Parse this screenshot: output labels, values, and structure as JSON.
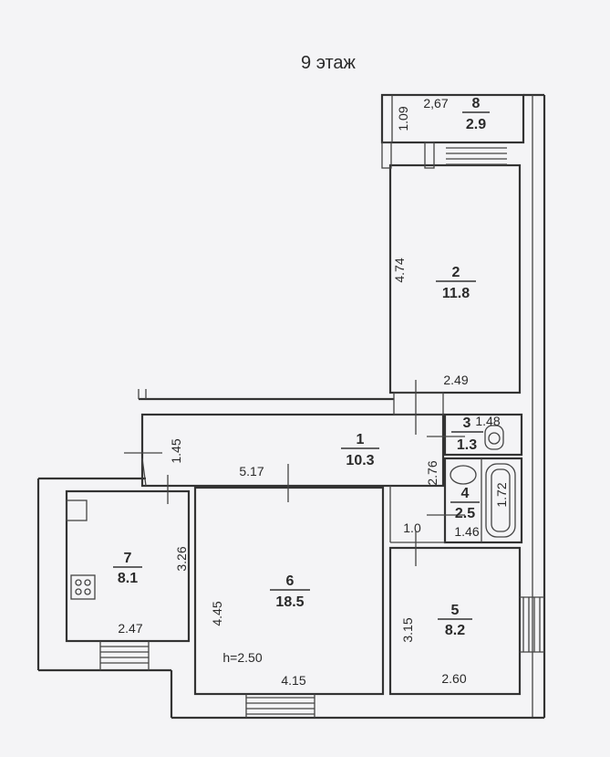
{
  "title": "9 этаж",
  "ceiling_height": "h=2.50",
  "rooms": [
    {
      "id": "8",
      "number": "8",
      "area": "2.9"
    },
    {
      "id": "2",
      "number": "2",
      "area": "11.8"
    },
    {
      "id": "1",
      "number": "1",
      "area": "10.3"
    },
    {
      "id": "3",
      "number": "3",
      "area": "1.3"
    },
    {
      "id": "4",
      "number": "4",
      "area": "2.5"
    },
    {
      "id": "7",
      "number": "7",
      "area": "8.1"
    },
    {
      "id": "6",
      "number": "6",
      "area": "18.5"
    },
    {
      "id": "5",
      "number": "5",
      "area": "8.2"
    }
  ],
  "dimensions": {
    "d8_height": "1.09",
    "d8_width": "2,67",
    "d2_height": "4.74",
    "d2_width": "2.49",
    "d3_width": "1.48",
    "d1_width": "5.17",
    "d1_left": "1.45",
    "d4_height": "2.76",
    "d4_bath": "1.72",
    "d4_width": "1.46",
    "d4_door": "1.0",
    "d7_height": "3.26",
    "d7_width": "2.47",
    "d6_height": "4.45",
    "d6_width": "4.15",
    "d5_height": "3.15",
    "d5_width": "2.60"
  }
}
